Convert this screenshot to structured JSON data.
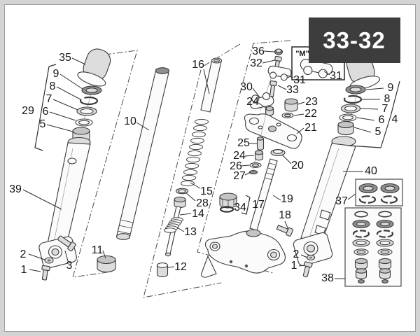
{
  "badge": {
    "label": "33-32"
  },
  "m_box": {
    "ref": "\"M\"",
    "part_number": "31"
  },
  "colors": {
    "badge_bg": "#3d3d3d",
    "badge_text": "#ffffff",
    "page_bg": "#ffffff",
    "canvas_bg": "#d4d4d4",
    "line": "#3a3a3a"
  },
  "callouts": {
    "n35": "35",
    "n9_left": "9",
    "n8_left": "8",
    "n7_left": "7",
    "n6_left": "6",
    "n5_left": "5",
    "n29": "29",
    "n39": "39",
    "n2_left": "2",
    "n1_left": "1",
    "n3": "3",
    "n10": "10",
    "n11": "11",
    "n16": "16",
    "n15": "15",
    "n28": "28",
    "n14": "14",
    "n13": "13",
    "n12": "12",
    "n36": "36",
    "n32": "32",
    "n31": "31",
    "n30": "30",
    "n33": "33",
    "n23": "23",
    "n24_upper": "24",
    "n22": "22",
    "n21": "21",
    "n25": "25",
    "n24_lower": "24",
    "n26": "26",
    "n27": "27",
    "n20": "20",
    "n34": "34",
    "n17": "17",
    "n19": "19",
    "n18": "18",
    "n9_right": "9",
    "n8_right": "8",
    "n7_right": "7",
    "n6_right": "6",
    "n5_right": "5",
    "n4": "4",
    "n40": "40",
    "n37": "37",
    "n38": "38",
    "n2_right": "2",
    "n1_right": "1"
  }
}
